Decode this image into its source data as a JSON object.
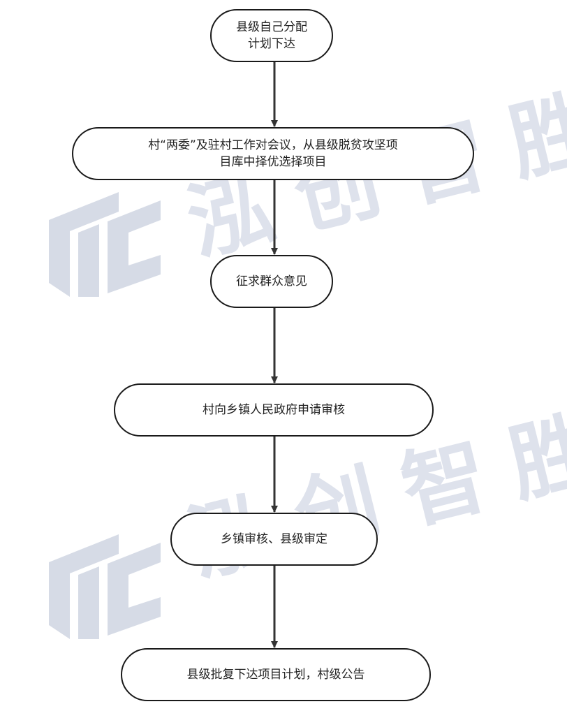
{
  "diagram": {
    "nodes": [
      {
        "id": "n1",
        "lines": [
          "县级自己分配",
          "计划下达"
        ]
      },
      {
        "id": "n2",
        "lines": [
          "村“两委”及驻村工作对会议，从县级脱贫攻坚项",
          "目库中择优选择项目"
        ]
      },
      {
        "id": "n3",
        "lines": [
          "征求群众意见"
        ]
      },
      {
        "id": "n4",
        "lines": [
          "村向乡镇人民政府申请审核"
        ]
      },
      {
        "id": "n5",
        "lines": [
          "乡镇审核、县级审定"
        ]
      },
      {
        "id": "n6",
        "lines": [
          "县级批复下达项目计划，村级公告"
        ]
      }
    ],
    "edges": [
      {
        "from": "n1",
        "to": "n2"
      },
      {
        "from": "n2",
        "to": "n3"
      },
      {
        "from": "n3",
        "to": "n4"
      },
      {
        "from": "n4",
        "to": "n5"
      },
      {
        "from": "n5",
        "to": "n6"
      }
    ]
  },
  "watermark": {
    "text": "泓创智胜",
    "color": "#a8b4cd"
  }
}
